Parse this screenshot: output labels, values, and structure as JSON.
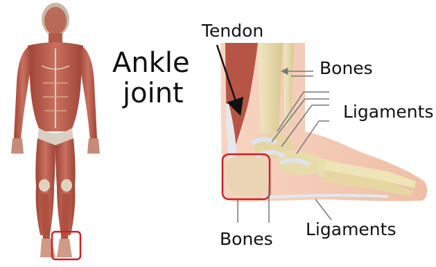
{
  "title": {
    "line1": "Ankle",
    "line2": "joint"
  },
  "labels": {
    "tendon": "Tendon",
    "bones_top": "Bones",
    "ligaments_right": "Ligaments",
    "bones_bottom": "Bones",
    "ligaments_bottom": "Ligaments"
  },
  "colors": {
    "highlight_box": "#d01c24",
    "muscle": "#b8574a",
    "bone": "#e8dcb0",
    "skin": "#f3c8b0",
    "ligament": "#dce3ee",
    "leader_line": "#666666",
    "arrow": "#111111"
  }
}
